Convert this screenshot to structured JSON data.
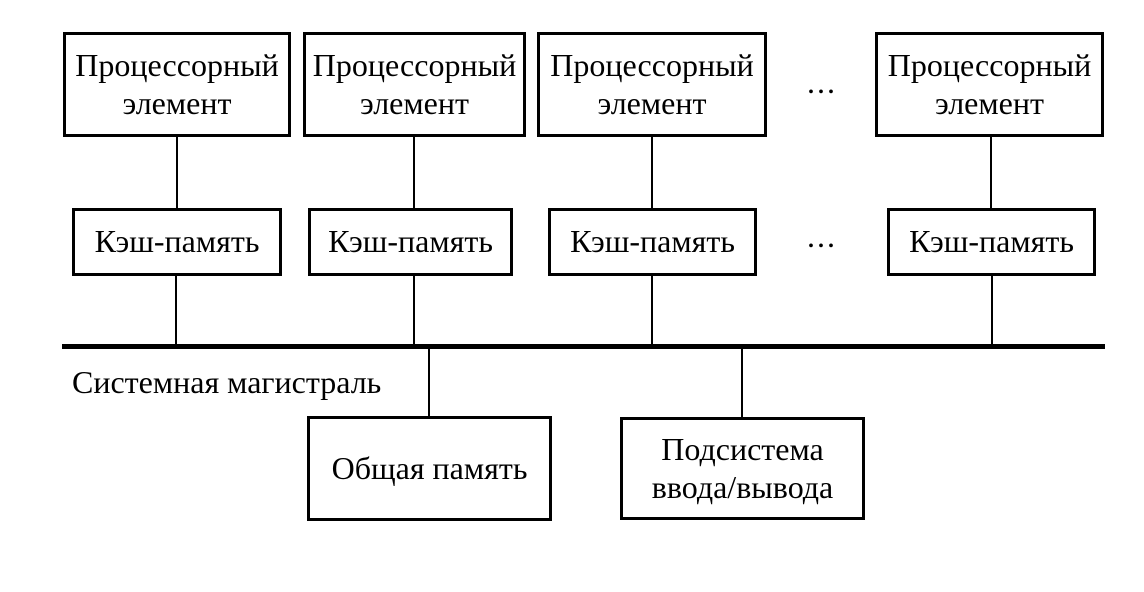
{
  "diagram": {
    "processor_elements": [
      {
        "label": "Процессорный элемент"
      },
      {
        "label": "Процессорный элемент"
      },
      {
        "label": "Процессорный элемент"
      },
      {
        "label": "Процессорный элемент"
      }
    ],
    "cache_memories": [
      {
        "label": "Кэш-память"
      },
      {
        "label": "Кэш-память"
      },
      {
        "label": "Кэш-память"
      },
      {
        "label": "Кэш-память"
      }
    ],
    "ellipsis_top": "...",
    "ellipsis_bottom": "...",
    "bus_label": "Системная магистраль",
    "shared_memory_label": "Общая память",
    "io_subsystem_label": "Подсистема ввода/вывода"
  },
  "colors": {
    "line": "#000000",
    "text": "#000000",
    "background": "#ffffff"
  }
}
